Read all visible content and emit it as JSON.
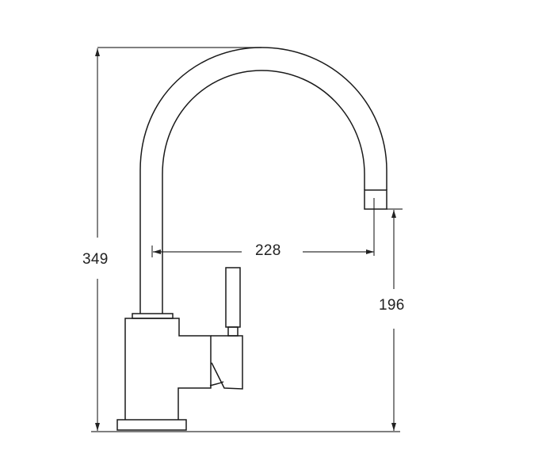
{
  "drawing": {
    "subject": "kitchen mixer tap side elevation",
    "line_color": "#1a1a1a",
    "dimension_line_color": "#333333",
    "background": "#ffffff"
  },
  "dimensions": {
    "overall_height": {
      "value": "349",
      "unit": "mm"
    },
    "spout_reach": {
      "value": "228",
      "unit": "mm"
    },
    "spout_clearance": {
      "value": "196",
      "unit": "mm"
    }
  }
}
